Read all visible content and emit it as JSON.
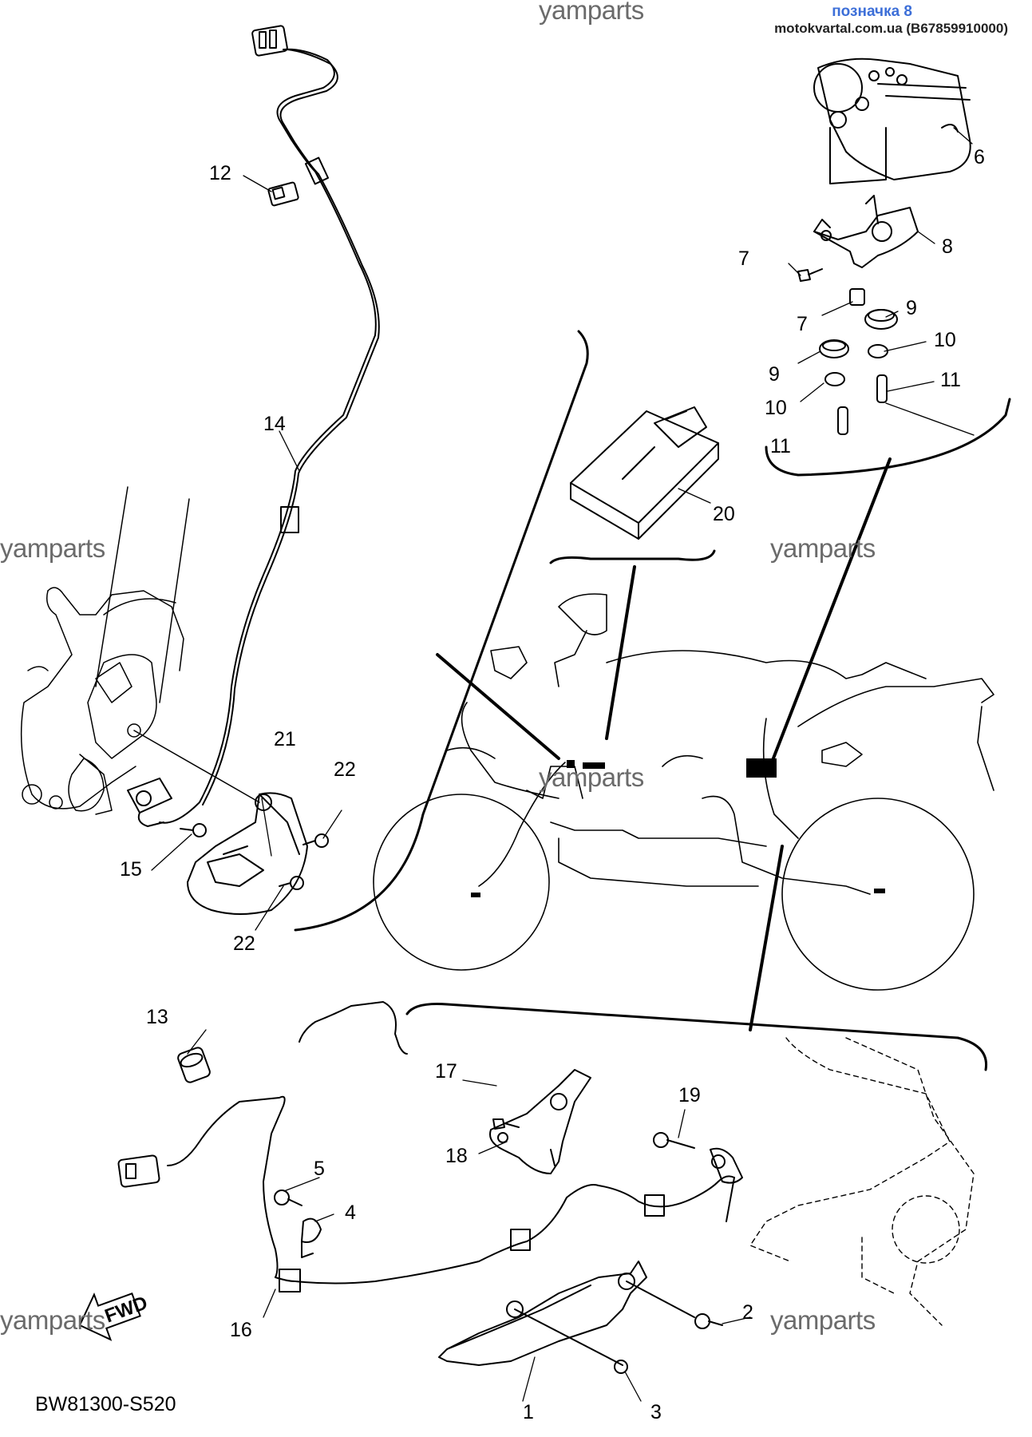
{
  "header": {
    "watermark_top": "yamparts",
    "label": "позначка 8",
    "source": "motokvartal.com.ua (B67859910000)"
  },
  "watermarks": [
    "yamparts",
    "yamparts",
    "yamparts",
    "yamparts",
    "yamparts"
  ],
  "callouts": [
    "1",
    "2",
    "3",
    "4",
    "5",
    "6",
    "7",
    "7",
    "8",
    "9",
    "9",
    "10",
    "10",
    "11",
    "11",
    "12",
    "13",
    "14",
    "15",
    "16",
    "17",
    "18",
    "19",
    "20",
    "21",
    "22",
    "22"
  ],
  "arrow_label": "FWD",
  "diagram_code": "BW81300-S520"
}
